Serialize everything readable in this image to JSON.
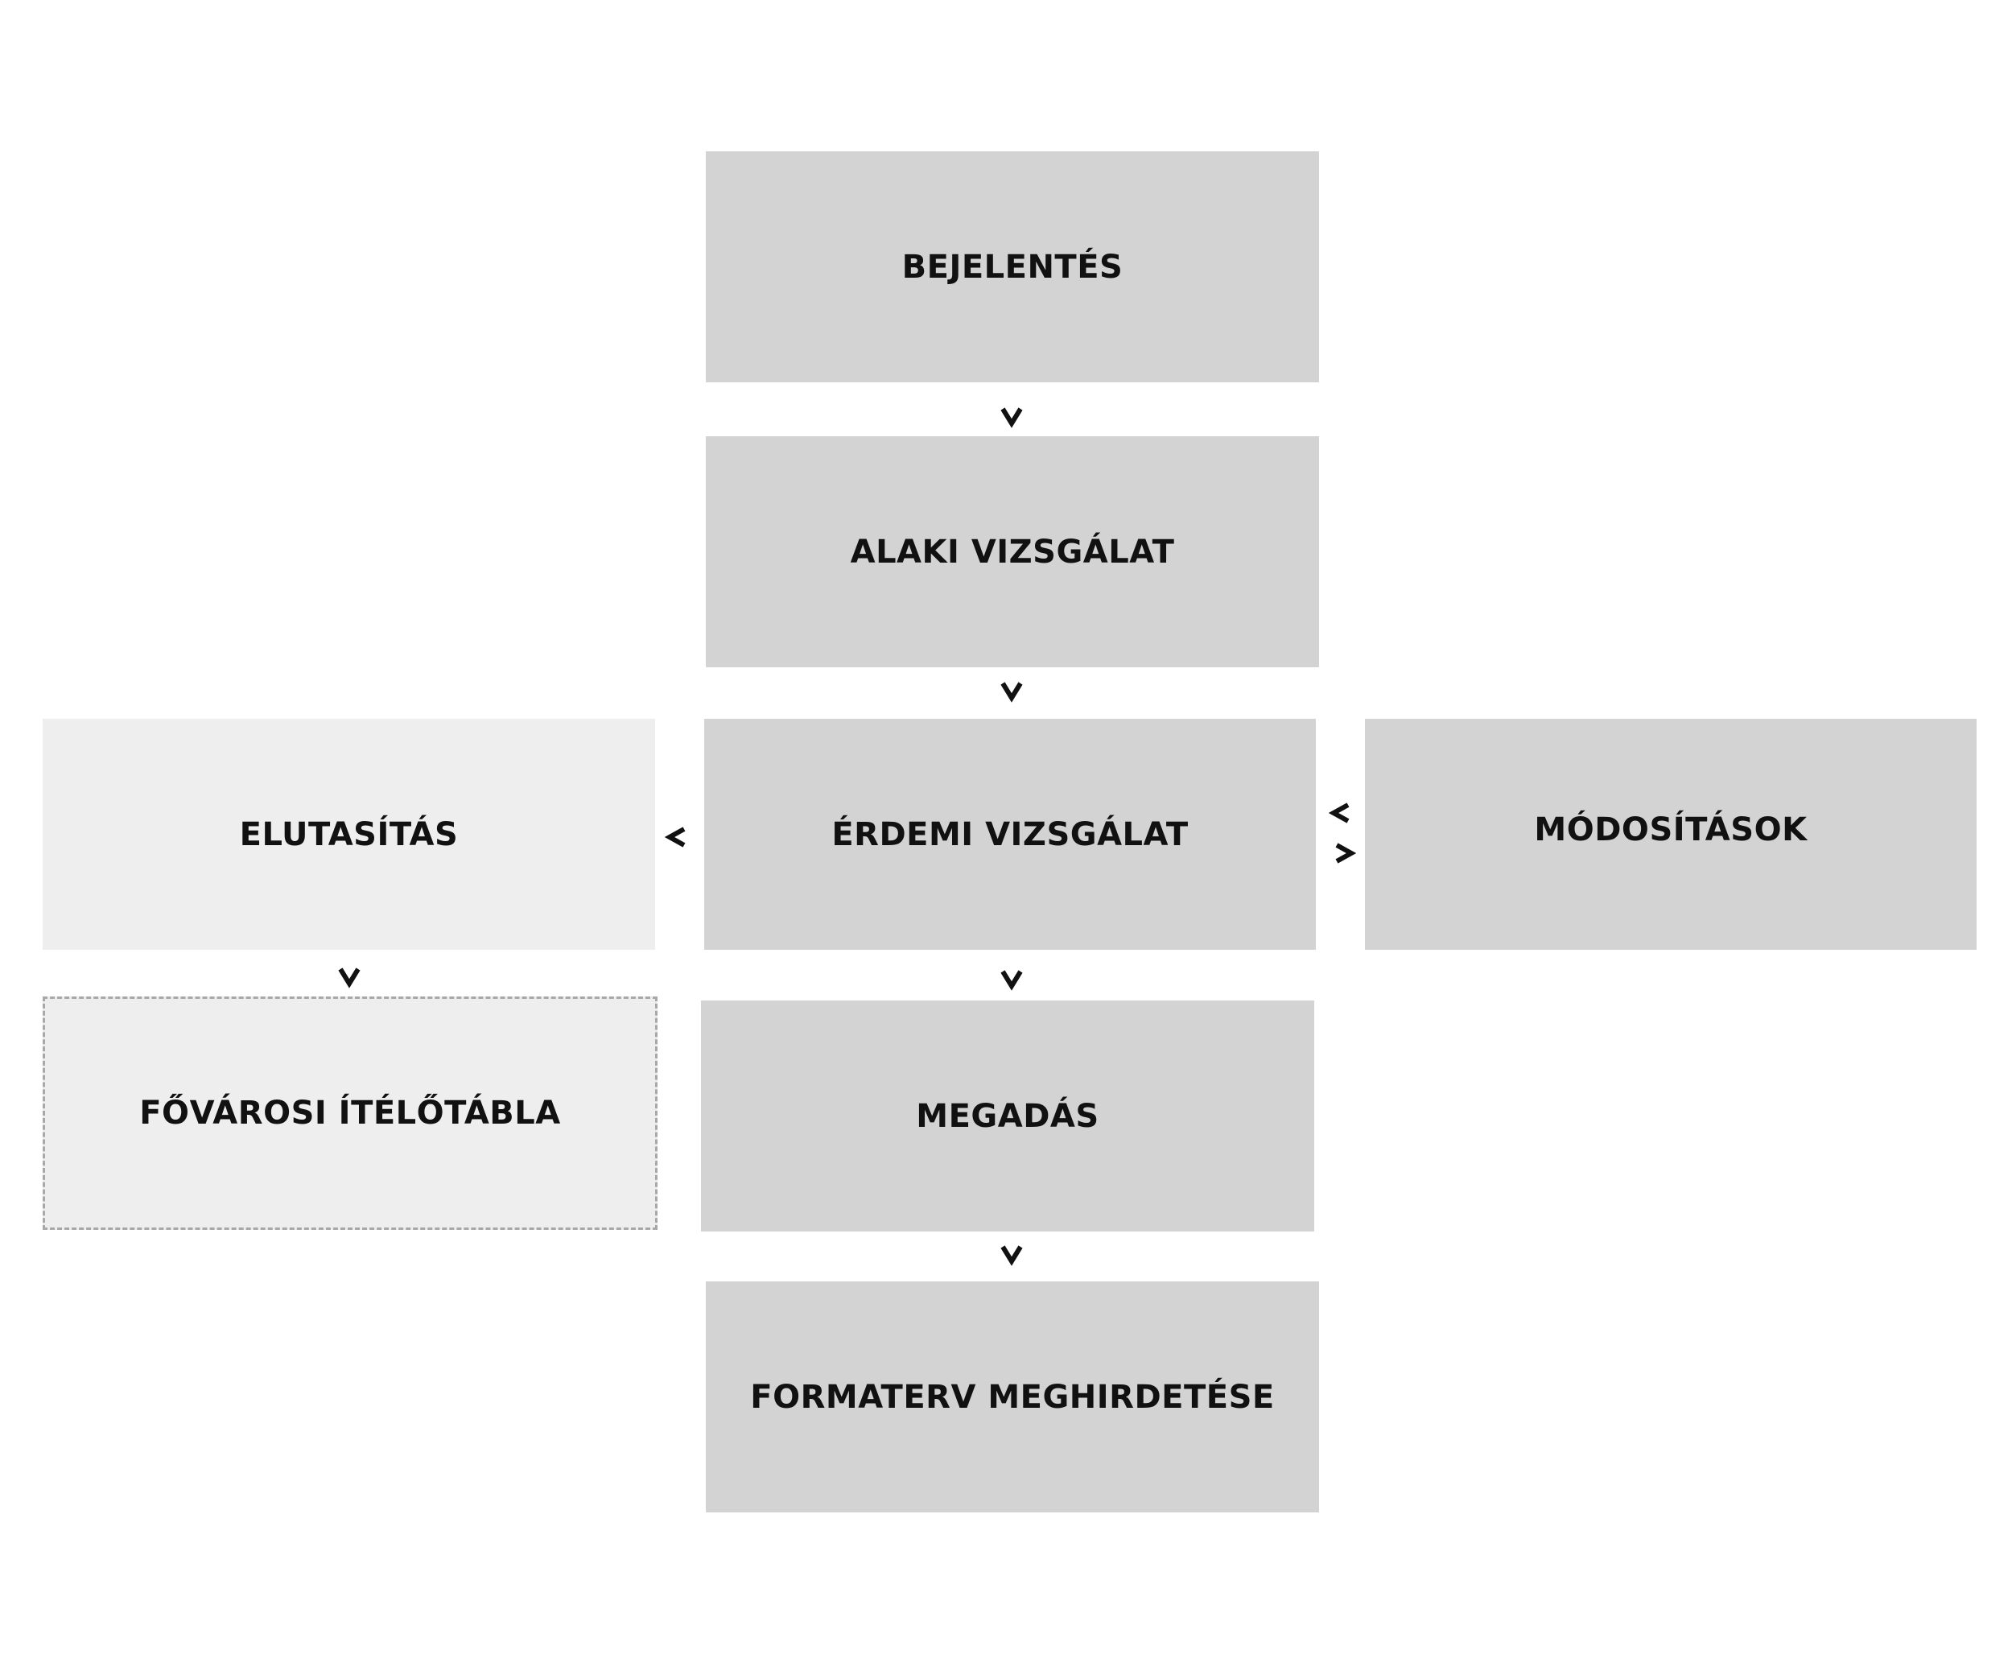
{
  "colors": {
    "primary_box": "#d3d3d3",
    "secondary_box": "#eeeeee",
    "dashed_border": "#a8a8a8",
    "text": "#111111",
    "arrow": "#111111"
  },
  "nodes": {
    "bejelentes": "BEJELENTÉS",
    "alaki_vizsgalat": "ALAKI VIZSGÁLAT",
    "erdemi_vizsgalat": "ÉRDEMI VIZSGÁLAT",
    "elutasitas": "ELUTASÍTÁS",
    "modositasok": "MÓDOSÍTÁSOK",
    "fovarosi_iteloetabla": "FŐVÁROSI ÍTÉLŐTÁBLA",
    "megadas": "MEGADÁS",
    "formaterv_meghirdetese": "FORMATERV MEGHIRDETÉSE"
  },
  "edges": [
    {
      "from": "BEJELENTÉS",
      "to": "ALAKI VIZSGÁLAT"
    },
    {
      "from": "ALAKI VIZSGÁLAT",
      "to": "ÉRDEMI VIZSGÁLAT"
    },
    {
      "from": "ÉRDEMI VIZSGÁLAT",
      "to": "ELUTASÍTÁS"
    },
    {
      "from": "ÉRDEMI VIZSGÁLAT",
      "to": "MÓDOSÍTÁSOK"
    },
    {
      "from": "MÓDOSÍTÁSOK",
      "to": "ÉRDEMI VIZSGÁLAT"
    },
    {
      "from": "ELUTASÍTÁS",
      "to": "FŐVÁROSI ÍTÉLŐTÁBLA"
    },
    {
      "from": "ÉRDEMI VIZSGÁLAT",
      "to": "MEGADÁS"
    },
    {
      "from": "MEGADÁS",
      "to": "FORMATERV MEGHIRDETÉSE"
    }
  ]
}
